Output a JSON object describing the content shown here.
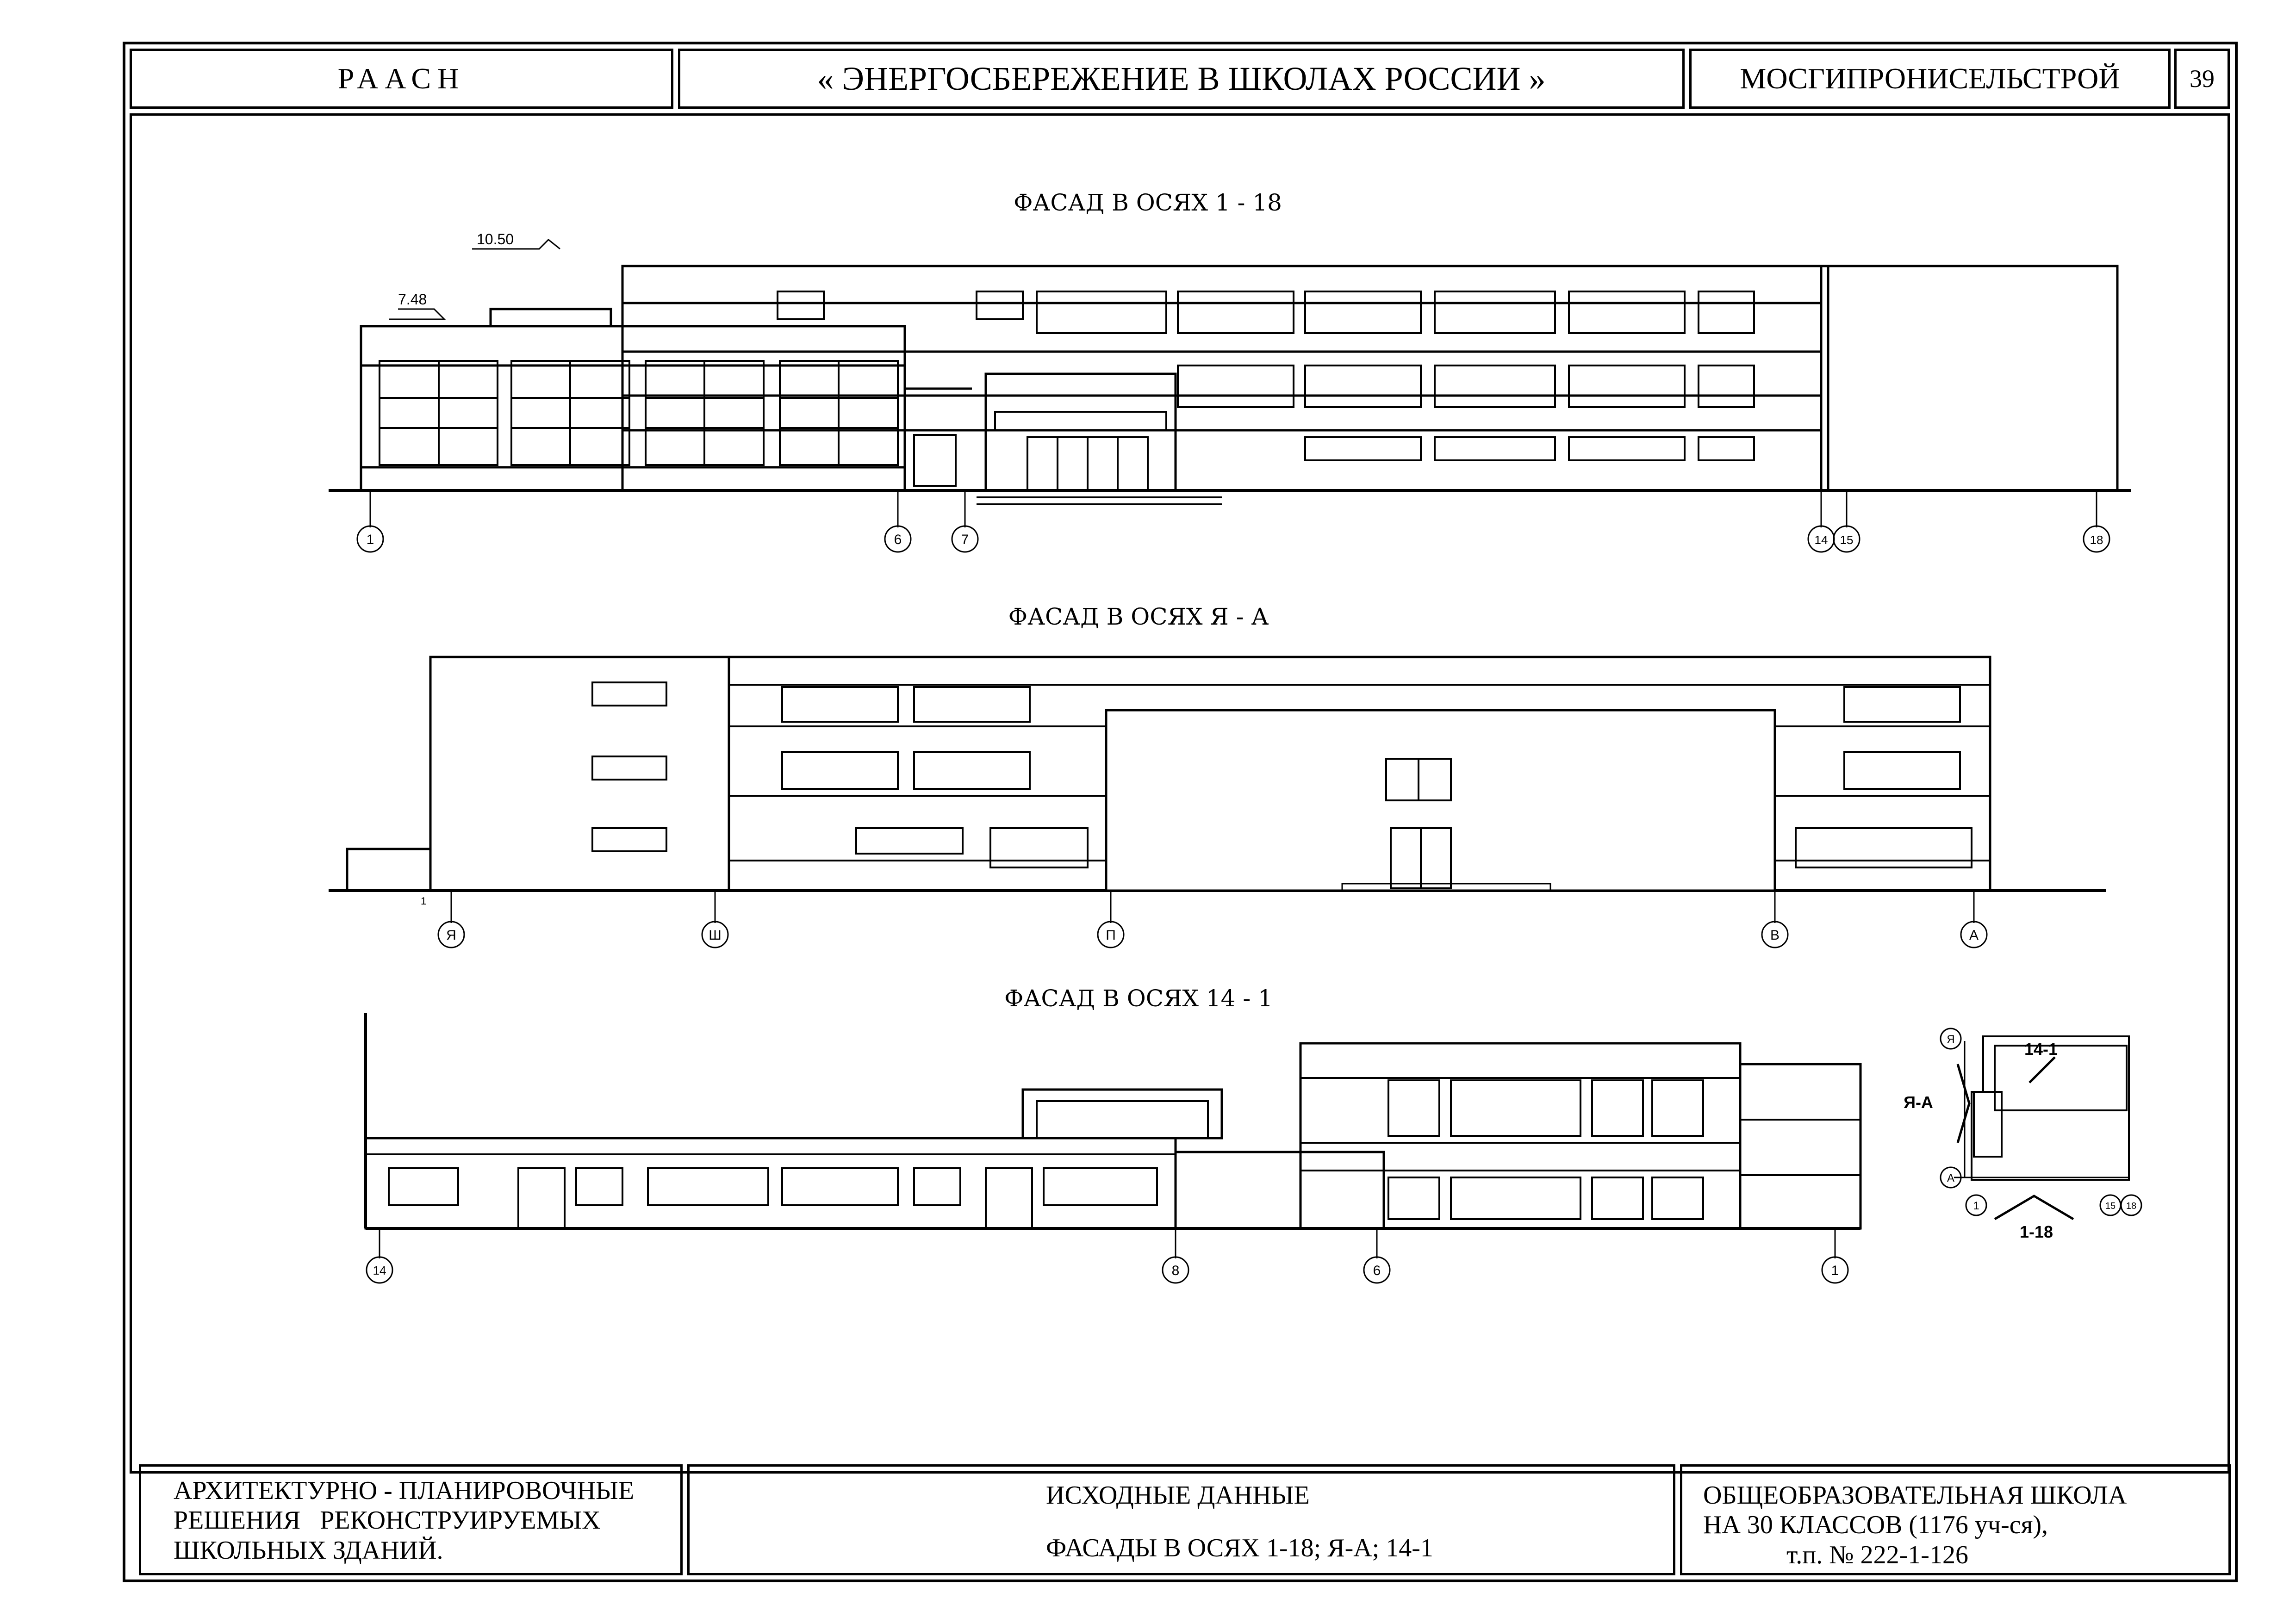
{
  "header": {
    "left": "РААСН",
    "center": "« ЭНЕРГОСБЕРЕЖЕНИЕ В ШКОЛАХ РОССИИ »",
    "right": "МОСГИПРОНИСЕЛЬСТРОЙ",
    "page": "39"
  },
  "facades": [
    {
      "title": "ФАСАД В ОСЯХ 1 - 18",
      "elevations": [
        "10.50",
        "7.48"
      ],
      "axes": [
        "1",
        "6",
        "7",
        "14",
        "15",
        "18"
      ]
    },
    {
      "title": "ФАСАД В ОСЯХ Я - А",
      "axes": [
        "Я",
        "Ш",
        "П",
        "В",
        "А"
      ],
      "extra_mark": "1"
    },
    {
      "title": "ФАСАД В ОСЯХ 14 - 1",
      "axes": [
        "14",
        "8",
        "6",
        "1"
      ]
    }
  ],
  "key_plan": {
    "labels": [
      "14-1",
      "Я-А",
      "1-18"
    ],
    "axes": [
      "Я",
      "А",
      "1",
      "15",
      "18"
    ]
  },
  "footer": {
    "left": [
      "АРХИТЕКТУРНО - ПЛАНИРОВОЧНЫЕ",
      "РЕШЕНИЯ   РЕКОНСТРУИРУЕМЫХ",
      "ШКОЛЬНЫХ ЗДАНИЙ."
    ],
    "center": [
      "ИСХОДНЫЕ ДАННЫЕ",
      "ФАСАДЫ В ОСЯХ 1-18; Я-А; 14-1"
    ],
    "right": [
      "ОБЩЕОБРАЗОВАТЕЛЬНАЯ ШКОЛА",
      "НА 30 КЛАССОВ (1176 уч-ся),",
      "т.п. № 222-1-126"
    ]
  }
}
